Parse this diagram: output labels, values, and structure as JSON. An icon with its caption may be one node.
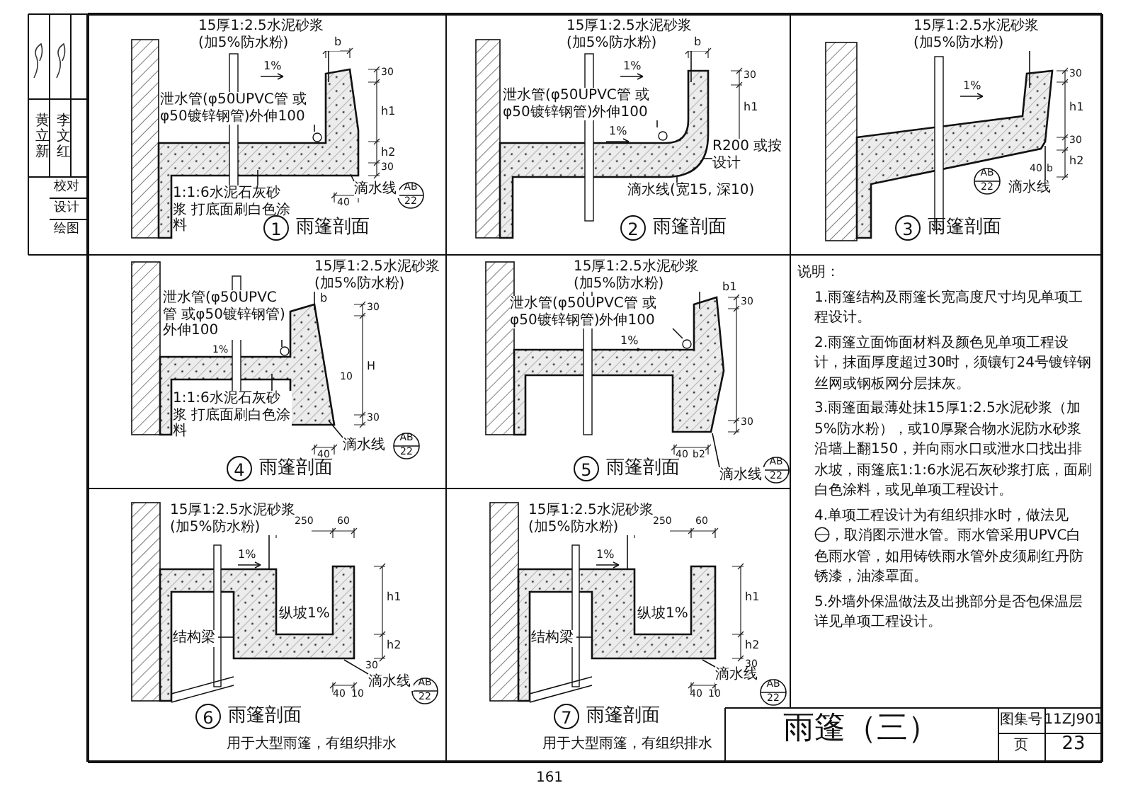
{
  "diagram": {
    "nodes": [
      {
        "text": [
          "15厚1:2.5水泥砂浆 (加5%防水粉)"
        ]
      },
      {
        "text": [
          "泄水管(φ50UPVC管 或φ50镀锌钢管)外伸100"
        ]
      },
      {
        "text": [
          "1:1:6水泥石灰砂浆 打底面刷白色涂料"
        ]
      },
      {
        "text": [
          "滴水线"
        ]
      },
      {
        "text": [
          "15厚1:2.5水泥砂浆 (加5%防水粉)"
        ]
      },
      {
        "text": [
          "泄水管(φ50UPVC管 或φ50镀锌钢管)外伸100"
        ]
      },
      {
        "text": [
          "R200 或按设计"
        ]
      },
      {
        "text": [
          "滴水线(宽15, 深10)"
        ]
      },
      {
        "text": [
          "15厚1:2.5水泥砂浆 (加5%防水粉)"
        ]
      },
      {
        "text": [
          "滴水线"
        ]
      },
      {
        "text": [
          "15厚1:2.5水泥砂浆 (加5%防水粉)"
        ]
      },
      {
        "text": [
          "泄水管(φ50UPVC管 或φ50镀锌钢管)外伸100"
        ]
      },
      {
        "text": [
          "1:1:6水泥石灰砂浆 打底面刷白色涂料"
        ]
      },
      {
        "text": [
          "滴水线"
        ]
      },
      {
        "text": [
          "15厚1:2.5水泥砂浆 (加5%防水粉)"
        ]
      },
      {
        "text": [
          "泄水管(φ50UPVC管 或φ50镀锌钢管)外伸100"
        ]
      },
      {
        "text": [
          "滴水线"
        ]
      },
      {
        "text": [
          "15厚1:2.5水泥砂浆 (加5%防水粉)"
        ]
      },
      {
        "text": [
          "结构梁"
        ]
      },
      {
        "text": [
          "滴水线"
        ]
      },
      {
        "text": [
          "15厚1:2.5水泥砂浆 (加5%防水粉)"
        ]
      },
      {
        "text": [
          "结构梁"
        ]
      },
      {
        "text": [
          "滴水线"
        ]
      },
      {
        "text": [],
        "shape": "picture"
      },
      {
        "text": [],
        "shape": "picture"
      },
      {
        "text": [],
        "shape": "picture"
      },
      {
        "text": [],
        "shape": "picture"
      },
      {
        "text": [],
        "shape": "picture"
      },
      {
        "text": [],
        "shape": "picture"
      },
      {
        "text": [],
        "shape": "picture"
      }
    ],
    "edges": [
      {
        "from": 0,
        "to": 23,
        "arrow": "none"
      },
      {
        "from": 1,
        "to": 23,
        "arrow": "none"
      },
      {
        "from": 2,
        "to": 23,
        "arrow": "none"
      },
      {
        "from": 3,
        "to": 23,
        "arrow": "none"
      },
      {
        "from": 4,
        "to": 24,
        "arrow": "none"
      },
      {
        "from": 5,
        "to": 24,
        "arrow": "none"
      },
      {
        "from": 6,
        "to": 24,
        "arrow": "none"
      },
      {
        "from": 7,
        "to": 24,
        "arrow": "none"
      },
      {
        "from": 8,
        "to": 25,
        "arrow": "none"
      },
      {
        "from": 9,
        "to": 25,
        "arrow": "none"
      },
      {
        "from": 10,
        "to": 26,
        "arrow": "none"
      },
      {
        "from": 11,
        "to": 26,
        "arrow": "none"
      },
      {
        "from": 12,
        "to": 26,
        "arrow": "none"
      },
      {
        "from": 13,
        "to": 26,
        "arrow": "none"
      },
      {
        "from": 14,
        "to": 27,
        "arrow": "none"
      },
      {
        "from": 15,
        "to": 27,
        "arrow": "none"
      },
      {
        "from": 16,
        "to": 27,
        "arrow": "none"
      },
      {
        "from": 17,
        "to": 28,
        "arrow": "none"
      },
      {
        "from": 18,
        "to": 28,
        "arrow": "none"
      },
      {
        "from": 19,
        "to": 28,
        "arrow": "none"
      },
      {
        "from": 20,
        "to": 29,
        "arrow": "none"
      },
      {
        "from": 21,
        "to": 29,
        "arrow": "none"
      },
      {
        "from": 22,
        "to": 29,
        "arrow": "none"
      }
    ],
    "labels": [
      "b",
      "1%",
      "30",
      "h1",
      "h2",
      "30",
      "40",
      "AB",
      "22",
      "1",
      "雨篷剖面",
      "b",
      "1%",
      "30",
      "h1",
      "1%",
      "2",
      "雨篷剖面",
      "1%",
      "30",
      "h1",
      "30",
      "40",
      "b",
      "h2",
      "AB",
      "22",
      "3",
      "雨篷剖面",
      "1%",
      "b",
      "30",
      "H",
      "10",
      "30",
      "40",
      "AB",
      "22",
      "4",
      "雨篷剖面",
      "b1",
      "30",
      "1%",
      "30",
      "40",
      "b2",
      "AB",
      "22",
      "5",
      "雨篷剖面",
      "250",
      "60",
      "1%",
      "纵坡1%",
      "h1",
      "h2",
      "30",
      "40",
      "10",
      "AB",
      "22",
      "6",
      "雨篷剖面",
      "用于大型雨篷，有组织排水",
      "250",
      "60",
      "1%",
      "纵坡1%",
      "h1",
      "h2",
      "30",
      "40",
      "10",
      "AB",
      "22",
      "7",
      "雨篷剖面",
      "用于大型雨篷，有组织排水",
      "说明：",
      "1.雨篷结构及雨篷长宽高度尺寸均见单项工程设计。",
      "2.雨篷立面饰面材料及颜色见单项工程设计，抹面厚度超过30时，须镶钉24号镀锌钢丝网或钢板网分层抹灰。",
      "3.雨篷面最薄处抹15厚1:2.5水泥砂浆（加5%防水粉），或10厚聚合物水泥防水砂浆沿墙上翻150，并向雨水口或泄水口找出排水坡，雨篷底1:1:6水泥石灰砂浆打底，面刷白色涂料，或见单项工程设计。",
      "4.单项工程设计为有组织排水时，做法见",
      "，取消图示泄水管。雨水管采用UPVC白色雨水管，如用铸铁雨水管外皮须刷红丹防锈漆，油漆罩面。",
      "5.外墙外保温做法及出挑部分是否包保温层详见单项工程设计。",
      "雨篷（三）",
      "图集号",
      "11ZJ901",
      "页",
      "23",
      "161",
      "黄立新",
      "李文红",
      "校对",
      "设计",
      "绘图"
    ]
  }
}
